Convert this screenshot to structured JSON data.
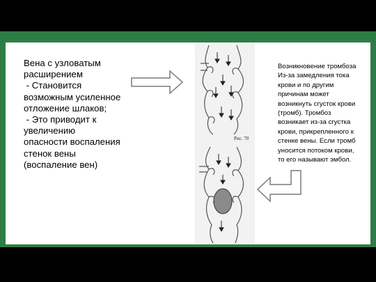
{
  "left_text": {
    "lines": [
      "Вена с узловатым",
      "расширением",
      " - Становится",
      "возможным усиленное",
      "отложение шлаков;",
      " - Это приводит к",
      "увеличению",
      "опасности воспаления",
      "стенок вены",
      "(воспаление вен)"
    ]
  },
  "right_text": {
    "lines": [
      "Возникновение тромбоза",
      "Из-за замедления тока",
      "крови и по другим",
      "причинам может",
      "возникнуть сгусток крови",
      "(тромб). Тромбоз",
      "возникает из-за сгустка",
      "крови, прикрепленного к",
      "стенке вены. Если тромб",
      "уносится потоком крови,",
      "то его называют эмбол."
    ]
  },
  "figure_caption": "Рис. 70",
  "colors": {
    "frame": "#2e7d45",
    "background": "#000000",
    "arrow_fill": "#ffffff",
    "arrow_stroke": "#7a7a7a"
  },
  "icons": {
    "right_arrow": "arrow-right-icon",
    "return_arrow": "arrow-bent-left-icon"
  }
}
